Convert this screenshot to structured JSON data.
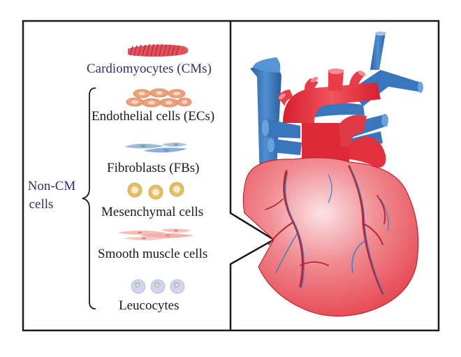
{
  "figure": {
    "cardiomyocytes_label": "Cardiomyocytes (CMs)",
    "non_cm_label_line1": "Non-CM",
    "non_cm_label_line2": "cells",
    "non_cm_types": [
      {
        "label": "Endothelial cells (ECs)",
        "icon": "endothelial-cells-icon"
      },
      {
        "label": "Fibroblasts (FBs)",
        "icon": "fibroblasts-icon"
      },
      {
        "label": "Mesenchymal cells",
        "icon": "mesenchymal-cells-icon"
      },
      {
        "label": "Smooth muscle cells",
        "icon": "smooth-muscle-cells-icon"
      },
      {
        "label": "Leucocytes",
        "icon": "leucocytes-icon"
      }
    ],
    "colors": {
      "cardiomyocyte": "#d94a55",
      "endothelial": "#e9a27f",
      "fibroblast": "#9ab7d8",
      "mesenchymal": "#e6c36a",
      "smooth_muscle": "#f3b8b0",
      "leucocyte": "#c9cde6",
      "heart_red": "#e6323e",
      "vessel_blue": "#2f6fb5",
      "label_purple": "#3b2a6e"
    }
  }
}
